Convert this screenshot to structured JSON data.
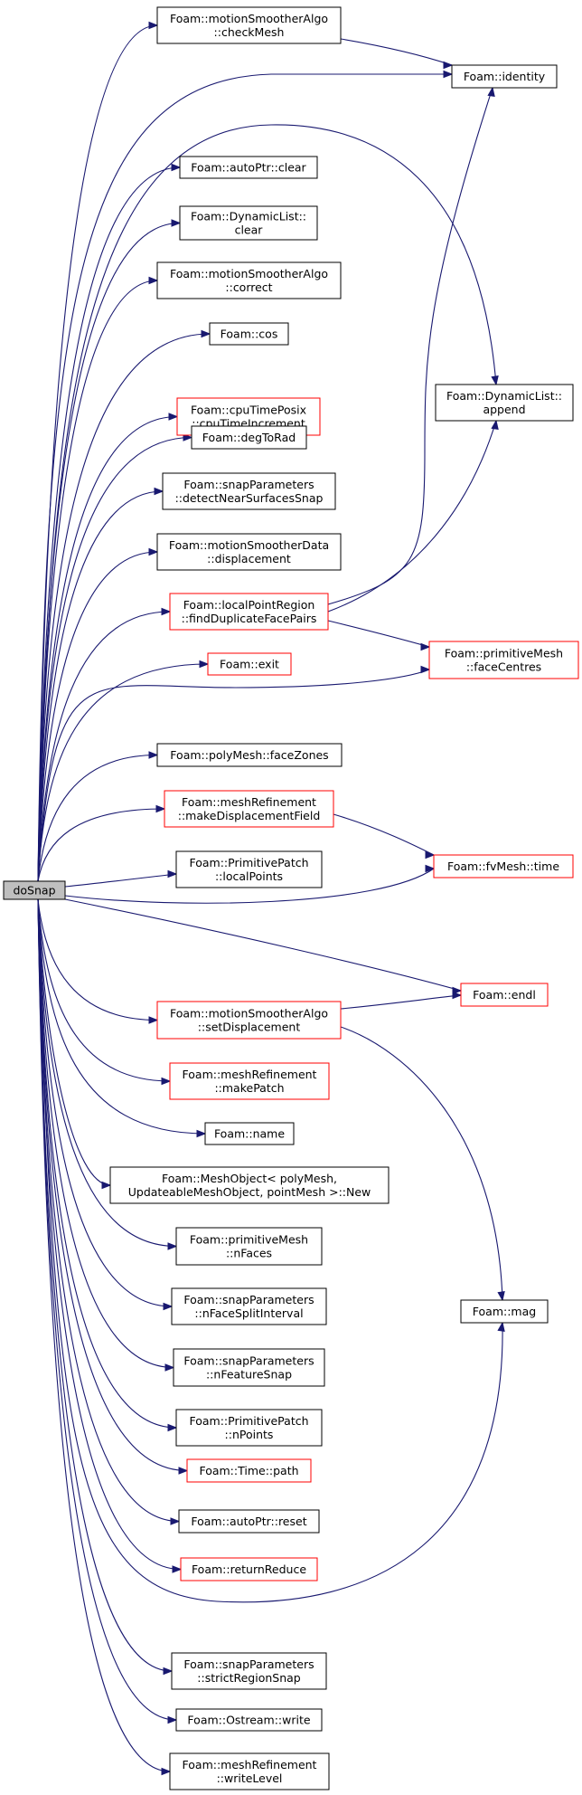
{
  "root": {
    "id": "doSnap",
    "lines": [
      "doSnap"
    ]
  },
  "nodes": [
    {
      "id": "checkMesh",
      "lines": [
        "Foam::motionSmootherAlgo",
        "::checkMesh"
      ],
      "red": false
    },
    {
      "id": "identity",
      "lines": [
        "Foam::identity"
      ],
      "red": false
    },
    {
      "id": "autoPtrClear",
      "lines": [
        "Foam::autoPtr::clear"
      ],
      "red": false
    },
    {
      "id": "dynListClear",
      "lines": [
        "Foam::DynamicList::",
        "clear"
      ],
      "red": false
    },
    {
      "id": "correct",
      "lines": [
        "Foam::motionSmootherAlgo",
        "::correct"
      ],
      "red": false
    },
    {
      "id": "cos",
      "lines": [
        "Foam::cos"
      ],
      "red": false
    },
    {
      "id": "cpuTime",
      "lines": [
        "Foam::cpuTimePosix",
        "::cpuTimeIncrement"
      ],
      "red": true
    },
    {
      "id": "append",
      "lines": [
        "Foam::DynamicList::",
        "append"
      ],
      "red": false
    },
    {
      "id": "degToRad",
      "lines": [
        "Foam::degToRad"
      ],
      "red": false
    },
    {
      "id": "detectNear",
      "lines": [
        "Foam::snapParameters",
        "::detectNearSurfacesSnap"
      ],
      "red": false
    },
    {
      "id": "displacement",
      "lines": [
        "Foam::motionSmootherData",
        "::displacement"
      ],
      "red": false
    },
    {
      "id": "findDup",
      "lines": [
        "Foam::localPointRegion",
        "::findDuplicateFacePairs"
      ],
      "red": true
    },
    {
      "id": "exit",
      "lines": [
        "Foam::exit"
      ],
      "red": true
    },
    {
      "id": "faceCentres",
      "lines": [
        "Foam::primitiveMesh",
        "::faceCentres"
      ],
      "red": true
    },
    {
      "id": "faceZones",
      "lines": [
        "Foam::polyMesh::faceZones"
      ],
      "red": false
    },
    {
      "id": "makeDisp",
      "lines": [
        "Foam::meshRefinement",
        "::makeDisplacementField"
      ],
      "red": true
    },
    {
      "id": "localPoints",
      "lines": [
        "Foam::PrimitivePatch",
        "::localPoints"
      ],
      "red": false
    },
    {
      "id": "time",
      "lines": [
        "Foam::fvMesh::time"
      ],
      "red": true
    },
    {
      "id": "endl",
      "lines": [
        "Foam::endl"
      ],
      "red": true
    },
    {
      "id": "setDisp",
      "lines": [
        "Foam::motionSmootherAlgo",
        "::setDisplacement"
      ],
      "red": true
    },
    {
      "id": "makePatch",
      "lines": [
        "Foam::meshRefinement",
        "::makePatch"
      ],
      "red": true
    },
    {
      "id": "name",
      "lines": [
        "Foam::name"
      ],
      "red": false
    },
    {
      "id": "meshObjNew",
      "lines": [
        "Foam::MeshObject< polyMesh,",
        "UpdateableMeshObject, pointMesh >::New"
      ],
      "red": false
    },
    {
      "id": "nFaces",
      "lines": [
        "Foam::primitiveMesh",
        "::nFaces"
      ],
      "red": false
    },
    {
      "id": "mag",
      "lines": [
        "Foam::mag"
      ],
      "red": false
    },
    {
      "id": "nFaceSplit",
      "lines": [
        "Foam::snapParameters",
        "::nFaceSplitInterval"
      ],
      "red": false
    },
    {
      "id": "nFeature",
      "lines": [
        "Foam::snapParameters",
        "::nFeatureSnap"
      ],
      "red": false
    },
    {
      "id": "nPoints",
      "lines": [
        "Foam::PrimitivePatch",
        "::nPoints"
      ],
      "red": false
    },
    {
      "id": "path",
      "lines": [
        "Foam::Time::path"
      ],
      "red": true
    },
    {
      "id": "reset",
      "lines": [
        "Foam::autoPtr::reset"
      ],
      "red": false
    },
    {
      "id": "returnReduce",
      "lines": [
        "Foam::returnReduce"
      ],
      "red": true
    },
    {
      "id": "strictRegion",
      "lines": [
        "Foam::snapParameters",
        "::strictRegionSnap"
      ],
      "red": false
    },
    {
      "id": "write",
      "lines": [
        "Foam::Ostream::write"
      ],
      "red": false
    },
    {
      "id": "writeLevel",
      "lines": [
        "Foam::meshRefinement",
        "::writeLevel"
      ],
      "red": false
    }
  ],
  "edges": [
    [
      "doSnap",
      "checkMesh"
    ],
    [
      "doSnap",
      "identity"
    ],
    [
      "doSnap",
      "autoPtrClear"
    ],
    [
      "doSnap",
      "dynListClear"
    ],
    [
      "doSnap",
      "correct"
    ],
    [
      "doSnap",
      "cos"
    ],
    [
      "doSnap",
      "cpuTime"
    ],
    [
      "doSnap",
      "append"
    ],
    [
      "doSnap",
      "degToRad"
    ],
    [
      "doSnap",
      "detectNear"
    ],
    [
      "doSnap",
      "displacement"
    ],
    [
      "doSnap",
      "findDup"
    ],
    [
      "doSnap",
      "exit"
    ],
    [
      "doSnap",
      "faceCentres"
    ],
    [
      "doSnap",
      "faceZones"
    ],
    [
      "doSnap",
      "makeDisp"
    ],
    [
      "doSnap",
      "localPoints"
    ],
    [
      "doSnap",
      "time"
    ],
    [
      "doSnap",
      "endl"
    ],
    [
      "doSnap",
      "setDisp"
    ],
    [
      "doSnap",
      "makePatch"
    ],
    [
      "doSnap",
      "name"
    ],
    [
      "doSnap",
      "meshObjNew"
    ],
    [
      "doSnap",
      "nFaces"
    ],
    [
      "doSnap",
      "mag"
    ],
    [
      "doSnap",
      "nFaceSplit"
    ],
    [
      "doSnap",
      "nFeature"
    ],
    [
      "doSnap",
      "nPoints"
    ],
    [
      "doSnap",
      "path"
    ],
    [
      "doSnap",
      "reset"
    ],
    [
      "doSnap",
      "returnReduce"
    ],
    [
      "doSnap",
      "strictRegion"
    ],
    [
      "doSnap",
      "write"
    ],
    [
      "doSnap",
      "writeLevel"
    ],
    [
      "checkMesh",
      "identity"
    ],
    [
      "findDup",
      "identity"
    ],
    [
      "findDup",
      "append"
    ],
    [
      "findDup",
      "faceCentres"
    ],
    [
      "makeDisp",
      "time"
    ],
    [
      "setDisp",
      "endl"
    ],
    [
      "setDisp",
      "mag"
    ]
  ],
  "colors": {
    "edge": "#191970",
    "red_border": "#ff0000",
    "root_fill": "#bfbfbf"
  }
}
